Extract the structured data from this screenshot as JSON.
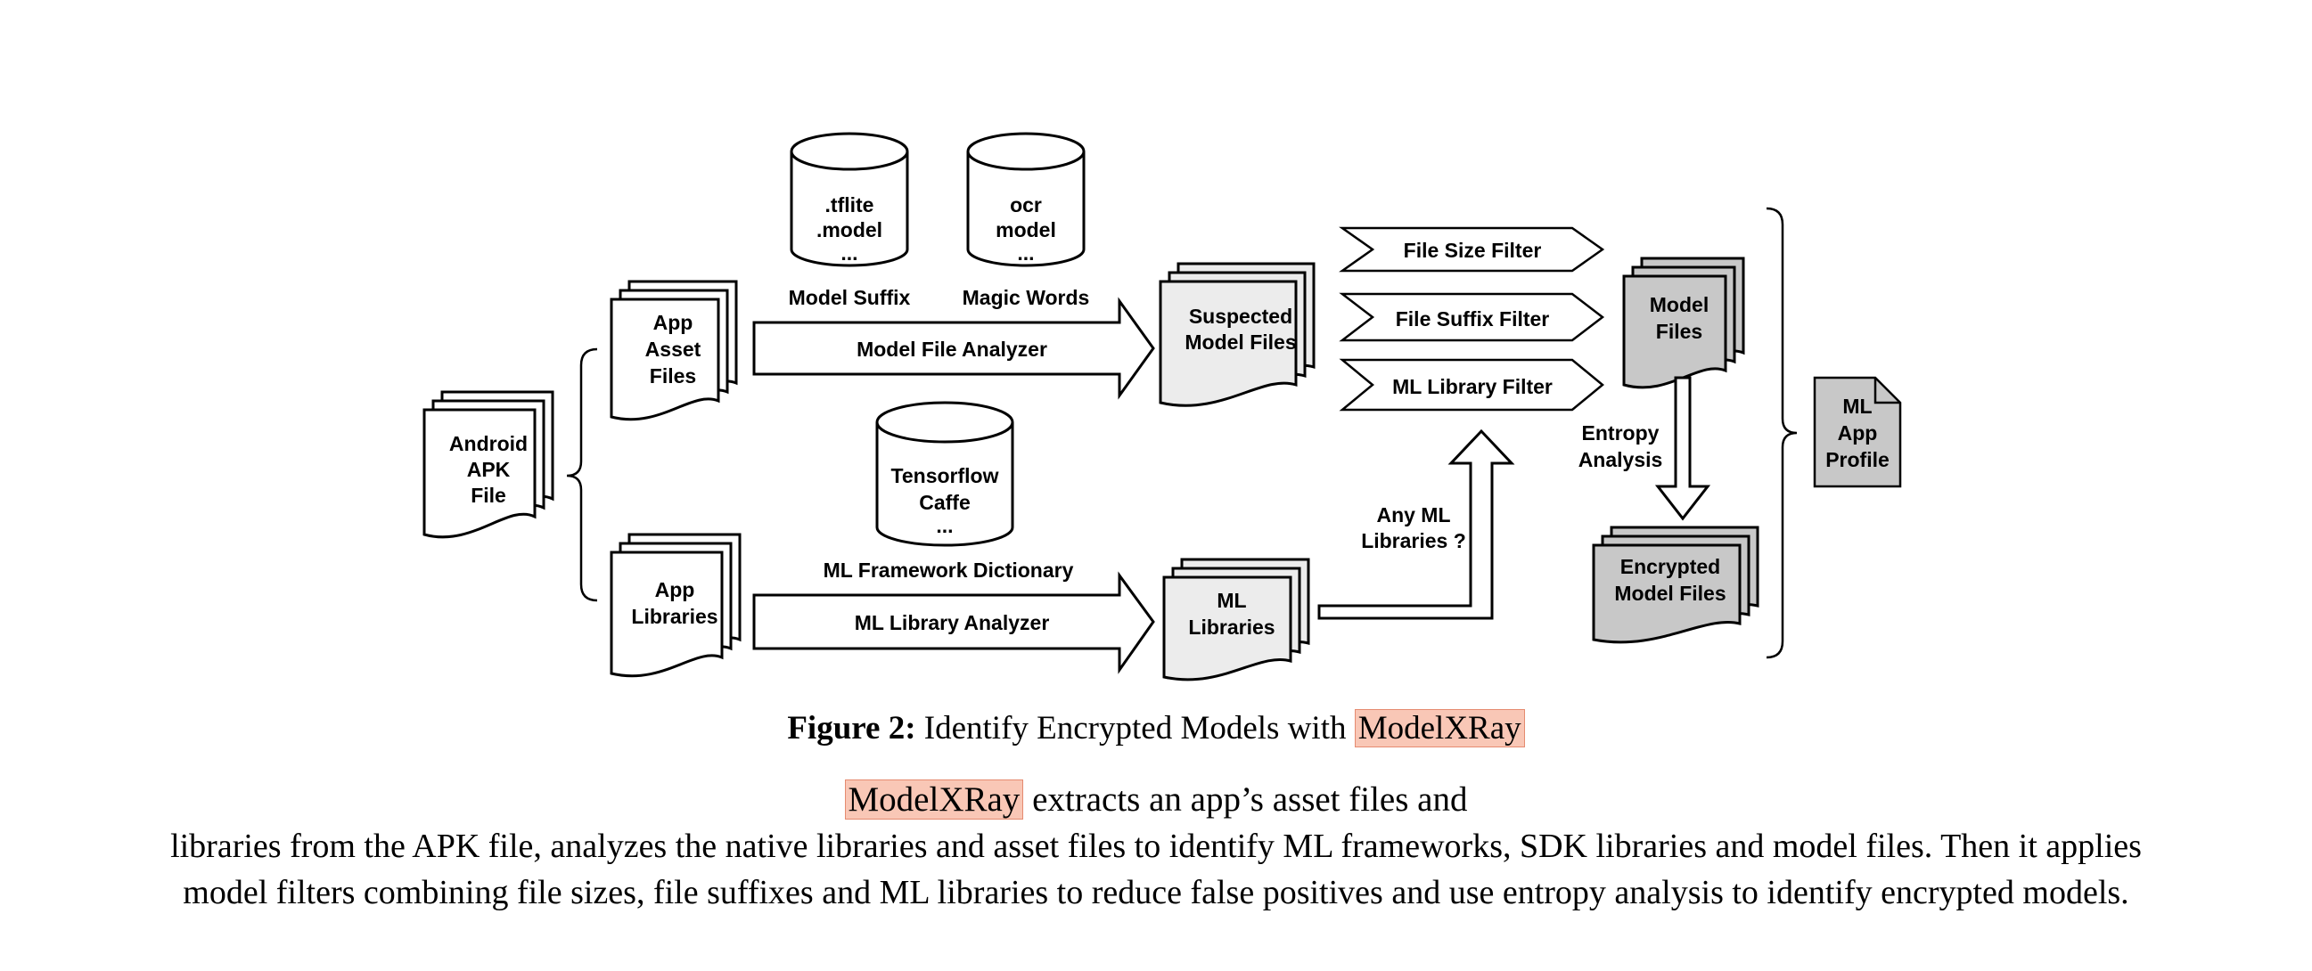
{
  "diagram": {
    "apk": [
      "Android",
      "APK",
      "File"
    ],
    "asset_files": [
      "App",
      "Asset",
      "Files"
    ],
    "app_libraries": [
      "App",
      "Libraries"
    ],
    "suffix_db": [
      ".tflite",
      ".model",
      "..."
    ],
    "magic_db": [
      "ocr",
      "model",
      "..."
    ],
    "framework_db": [
      "Tensorflow",
      "Caffe",
      "..."
    ],
    "model_suffix_label": "Model Suffix",
    "magic_words_label": "Magic Words",
    "framework_dict_label": "ML Framework Dictionary",
    "model_file_analyzer": "Model File Analyzer",
    "ml_library_analyzer": "ML Library Analyzer",
    "suspected": [
      "Suspected",
      "Model Files"
    ],
    "ml_libraries": [
      "ML",
      "Libraries"
    ],
    "any_ml": [
      "Any ML",
      "Libraries ?"
    ],
    "filters": [
      "File Size Filter",
      "File Suffix Filter",
      "ML Library Filter"
    ],
    "model_files": [
      "Model",
      "Files"
    ],
    "entropy": [
      "Entropy",
      "Analysis"
    ],
    "encrypted": [
      "Encrypted",
      "Model Files"
    ],
    "profile": [
      "ML",
      "App",
      "Profile"
    ]
  },
  "caption": {
    "figure_label": "Figure 2:",
    "figure_text": "Identify Encrypted Models with ",
    "tool_name": "ModelXRay",
    "body_line1_rest": " extracts an app’s asset files and",
    "body_line2": "libraries from the APK file, analyzes the native libraries and asset files to identify ML frameworks, SDK libraries and model files. Then it applies",
    "body_line3": "model filters combining file sizes, file suffixes and ML libraries to reduce false positives and use entropy analysis to identify encrypted models."
  }
}
